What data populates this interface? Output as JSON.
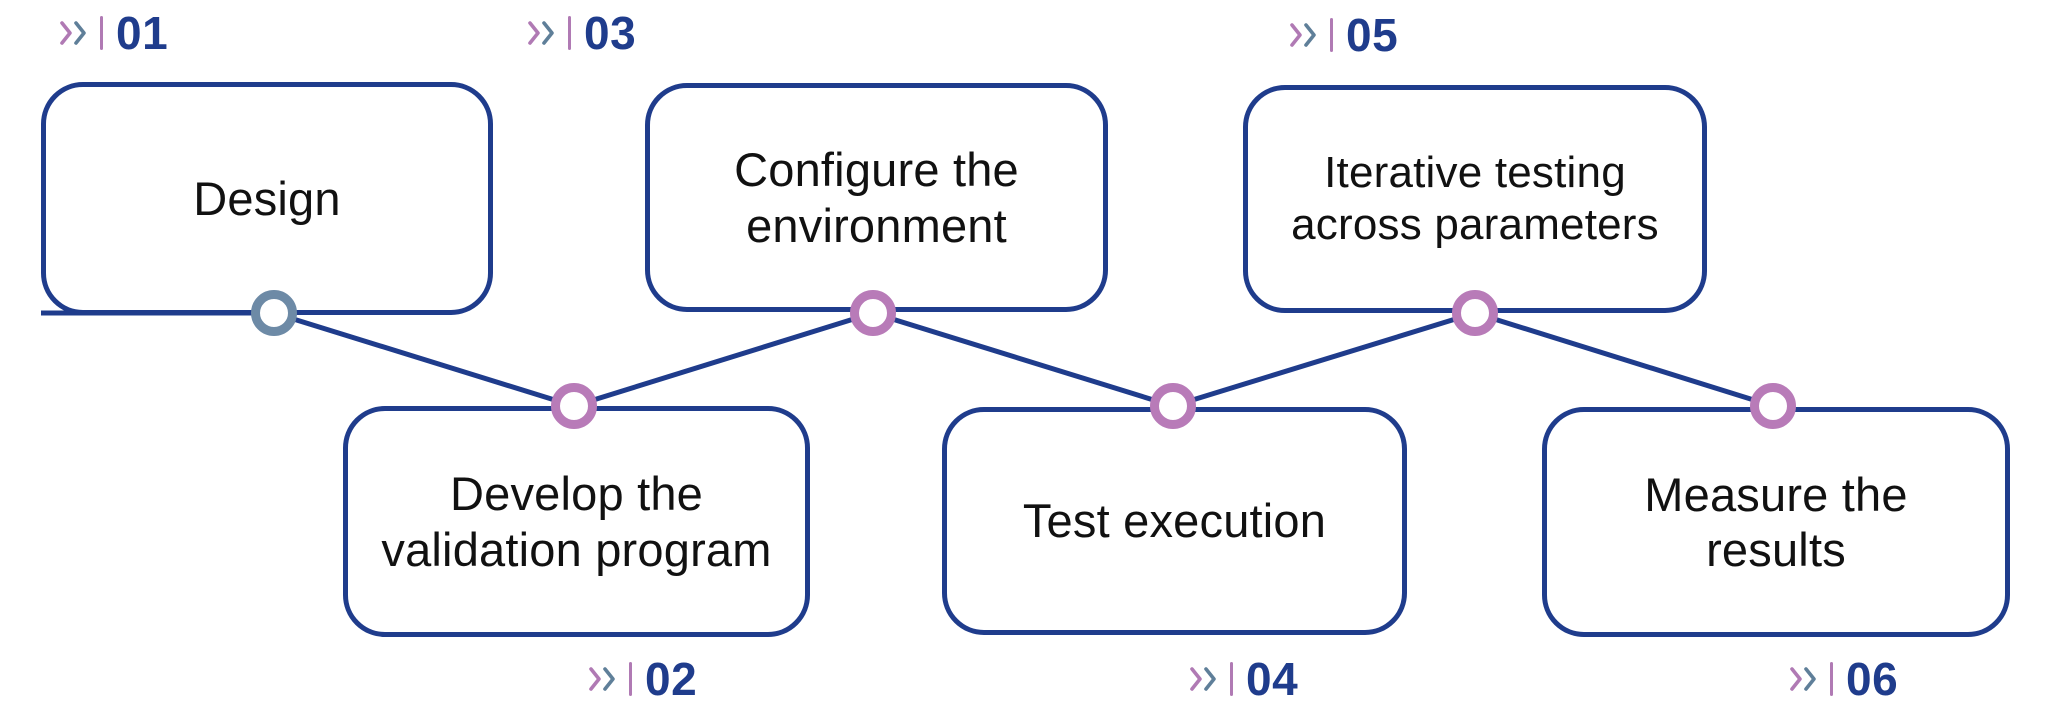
{
  "diagram": {
    "title_text": null,
    "colors": {
      "card_border": "#1f3c8c",
      "connector_line": "#1f3c8c",
      "node_purple": "#b87bb8",
      "node_steel": "#6d8aa6",
      "number_navy": "#1f3c8c",
      "chevron_purple": "#b07ab4",
      "chevron_steel": "#5f7f99",
      "divider_purple": "#b07ab4",
      "card_text": "#111111",
      "background": "#ffffff"
    },
    "marker_symbol": ">>",
    "divider_symbol": "|",
    "steps": [
      {
        "number": "01",
        "text": "Design",
        "row": "top",
        "label_position": "above-left",
        "node_color": "steel"
      },
      {
        "number": "02",
        "text": "Develop the\nvalidation program",
        "row": "bottom",
        "label_position": "below-right",
        "node_color": "purple"
      },
      {
        "number": "03",
        "text": "Configure the\nenvironment",
        "row": "top",
        "label_position": "above-left",
        "node_color": "purple"
      },
      {
        "number": "04",
        "text": "Test execution",
        "row": "bottom",
        "label_position": "below-right",
        "node_color": "purple"
      },
      {
        "number": "05",
        "text": "Iterative testing\nacross parameters",
        "row": "top",
        "label_position": "above-left",
        "node_color": "purple"
      },
      {
        "number": "06",
        "text": "Measure the\nresults",
        "row": "bottom",
        "label_position": "below-right",
        "node_color": "purple"
      }
    ]
  }
}
